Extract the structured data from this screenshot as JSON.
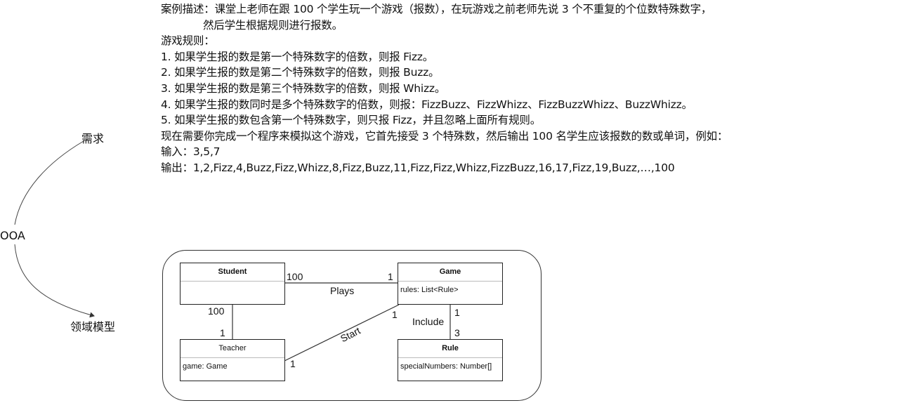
{
  "case_description": {
    "lines": [
      "案例描述：课堂上老师在跟 100 个学生玩一个游戏（报数），在玩游戏之前老师先说 3 个不重复的个位数特殊数字，",
      "然后学生根据规则进行报数。",
      "游戏规则：",
      "1. 如果学生报的数是第一个特殊数字的倍数，则报 Fizz。",
      "2. 如果学生报的数是第二个特殊数字的倍数，则报 Buzz。",
      "3. 如果学生报的数是第三个特殊数字的倍数，则报 Whizz。",
      "4. 如果学生报的数同时是多个特殊数字的倍数，则报：FizzBuzz、FizzWhizz、FizzBuzzWhizz、BuzzWhizz。",
      "5. 如果学生报的数包含第一个特殊数字，则只报 Fizz，并且忽略上面所有规则。",
      "现在需要你完成一个程序来模拟这个游戏，它首先接受 3 个特殊数，然后输出 100 名学生应该报数的数或单词，例如：",
      "输入：3,5,7",
      "输出：1,2,Fizz,4,Buzz,Fizz,Whizz,8,Fizz,Buzz,11,Fizz,Fizz,Whizz,FizzBuzz,16,17,Fizz,19,Buzz,…,100"
    ]
  },
  "flow": {
    "requirement": "需求",
    "ooa": "OOA",
    "domain_model": "领域模型"
  },
  "uml": {
    "classes": {
      "student": {
        "name": "Student",
        "attributes": []
      },
      "game": {
        "name": "Game",
        "attributes": [
          "rules: List<Rule>"
        ]
      },
      "teacher": {
        "name": "Teacher",
        "attributes": [
          "game: Game"
        ]
      },
      "rule": {
        "name": "Rule",
        "attributes": [
          "specialNumbers: Number[]"
        ]
      }
    },
    "associations": {
      "plays": {
        "label": "Plays",
        "from_mult": "100",
        "to_mult": "1"
      },
      "student_teacher": {
        "from_mult": "100",
        "to_mult": "1"
      },
      "start": {
        "label": "Start",
        "from_mult": "1",
        "to_mult": "1"
      },
      "include": {
        "label": "Include",
        "from_mult": "1",
        "to_mult": "3"
      }
    }
  }
}
